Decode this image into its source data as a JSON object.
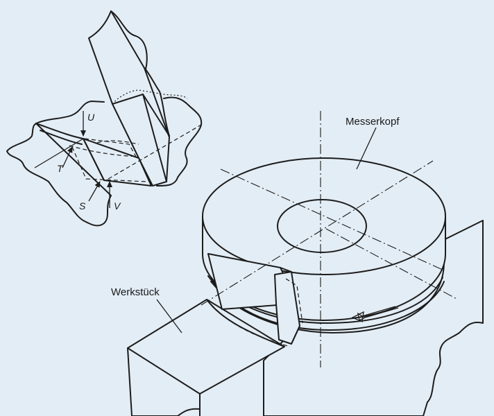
{
  "labels": {
    "cutter_head": "Messerkopf",
    "workpiece": "Werkstück"
  },
  "forces": {
    "u": "U",
    "t": "T",
    "s": "S",
    "v": "V"
  },
  "colors": {
    "background": "#e3edf5",
    "line": "#1c1c1c"
  }
}
